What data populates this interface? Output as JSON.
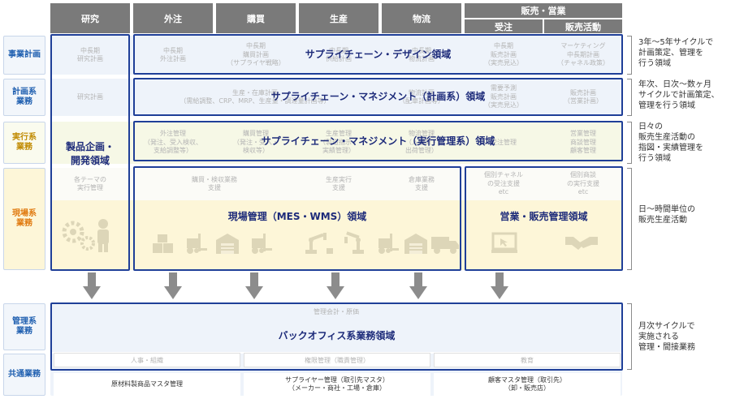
{
  "columns": {
    "kenkyu": "研究",
    "gaichu": "外注",
    "kobai": "購買",
    "seisan": "生産",
    "butsuryu": "物流",
    "hanbai_eigyo": "販売・営業",
    "juchu": "受注",
    "hanbai_katsudo": "販売活動"
  },
  "rows": {
    "jigyo": "事業計画",
    "keikaku": "計画系\n業務",
    "jikko": "実行系\n業務",
    "genba": "現場系\n業務",
    "kanri": "管理系\n業務",
    "kyotsu": "共通業務"
  },
  "cells": {
    "jigyo": [
      "中長期\n研究計画",
      "中長期\n外注計画",
      "中長期\n購買計画\n（サプライヤ戦略）",
      "中長期\n供給計画",
      "中長期\n物流計画",
      "中長期\n販売計画\n（実売見込）",
      "マーケティング\n中長期計画\n（チャネル政策）"
    ],
    "keikaku": [
      "研究計画",
      "生産・在庫計画\n（需給調整、CRP、MRP、生産量・調達量計画等）",
      "物流計画\n（配車計画等）",
      "需要予測\n販売計画\n（実売見込）",
      "販売計画\n（営業計画）"
    ],
    "jikko": [
      "外注管理\n（発注、受入検収、\n支給調整等）",
      "購買管理\n（発注・受入・\n検収等）",
      "生産管理\n（製造指示・\n実績管理）",
      "物流管理\n（入出荷・\n出荷管理）",
      "受注管理",
      "営業管理\n商談管理\n顧客管理"
    ],
    "genba": [
      "各テーマの\n実行管理",
      "購買・検収業務\n支援",
      "生産実行\n支援",
      "倉庫業務\n支援",
      "個別チャネル\nの受注支援\netc",
      "個別商談\nの実行支援\netc"
    ]
  },
  "domains": {
    "design": "サプライチェーン・デザイン領域",
    "planning": "サプライチェーン・マネジメント（計画系）領域",
    "execution": "サプライチェーン・マネジメント（実行管理系）領域",
    "product": "製品企画・\n開発領域",
    "field": "現場管理（MES・WMS）領域",
    "sales": "営業・販売管理領域",
    "backoffice": "バックオフィス系業務領域"
  },
  "management": {
    "accounting": "管理会計・原価",
    "hr": "人事・組織",
    "authority": "権限管理（職責管理）",
    "education": "教育"
  },
  "common": {
    "material_master": "原材料製商品マスタ管理",
    "supplier_master": "サプライヤー管理（取引先マスタ）\n（メーカー・商社・工場・倉庫）",
    "customer_master": "顧客マスタ管理（取引先）\n（卸・販売店）"
  },
  "notes": {
    "jigyo": "3年～5年サイクルで\n計画策定、管理を\n行う領域",
    "keikaku": "年次、日次～数ヶ月\nサイクルで計画策定、\n管理を行う領域",
    "jikko": "日々の\n販売生産活動の\n指図・実績管理を\n行う領域",
    "genba": "日～時間単位の\n販売生産活動",
    "kanri": "月次サイクルで\n実施される\n管理・間接業務"
  },
  "colors": {
    "header_gray": "#7a7a7a",
    "domain_border": "#1f3f98",
    "jigyo_band": "#eef3fa",
    "keikaku_band": "#eef3fa",
    "jikko_band": "#f6f8e6",
    "genba_band": "#fdf6d8",
    "kanri_band": "#eef3fa",
    "jigyo_label": "#1f5fb0",
    "keikaku_label": "#1f5fb0",
    "jikko_label": "#c08a00",
    "genba_label": "#e07a10",
    "kanri_label": "#1f5fb0"
  }
}
